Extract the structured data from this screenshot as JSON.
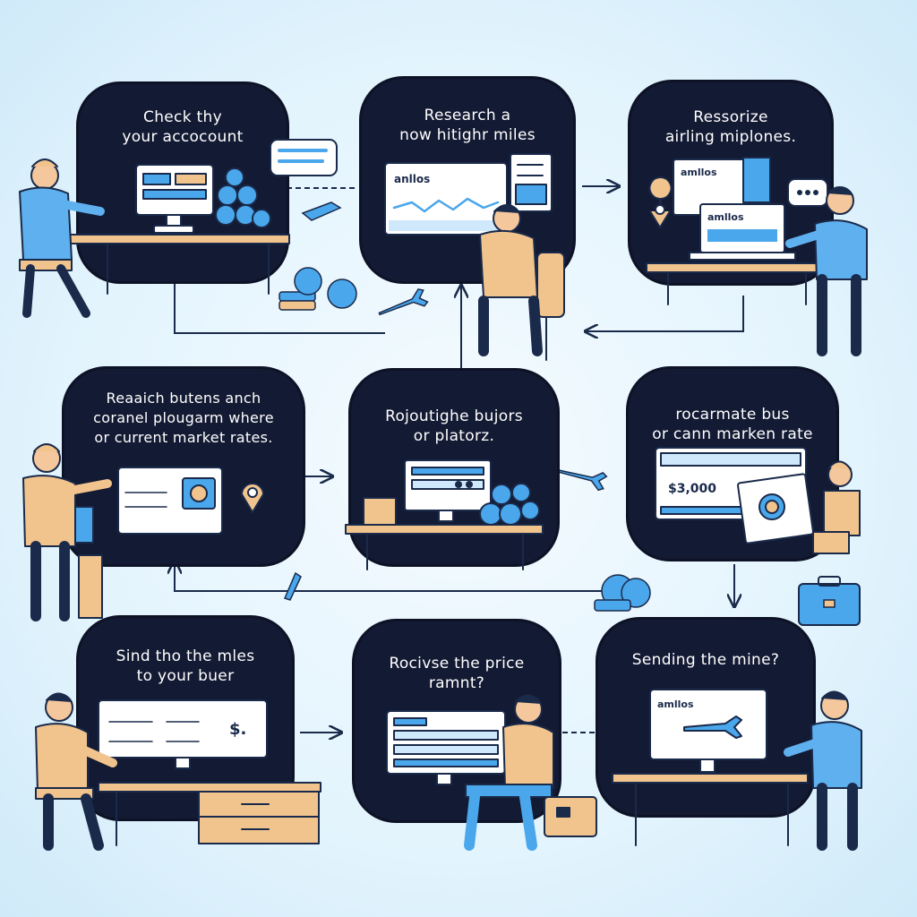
{
  "steps": [
    {
      "id": "s1",
      "title": "Check thy\nyour accocount"
    },
    {
      "id": "s2",
      "title": "Research a\nnow hitighr miles"
    },
    {
      "id": "s3",
      "title": "Ressorize\nairling miplones."
    },
    {
      "id": "s4",
      "title": "Reaaich butens anch\ncoranel plougarm where\nor current market rates."
    },
    {
      "id": "s5",
      "title": "Rojoutighe bujors\nor platorz."
    },
    {
      "id": "s6",
      "title": "rocarmate bus\nor cann marken rate"
    },
    {
      "id": "s7",
      "title": "Sind tho the mles\nto your buer"
    },
    {
      "id": "s8",
      "title": "Rocivse the price\nramnt?"
    },
    {
      "id": "s9",
      "title": "Sending the mine?"
    }
  ],
  "screens": {
    "s2_brand": "anllos",
    "s3_brand_back": "amllos",
    "s3_brand_laptop": "amllos",
    "s6_amount": "$3,000",
    "s7_currency": "$.",
    "s9_brand": "amllos"
  },
  "colors": {
    "panel": "#131a33",
    "accent_blue": "#4aa7ec",
    "wood": "#f2c48d",
    "skin": "#f4c79d",
    "shirt_blue": "#5fb0ef",
    "shirt_tan": "#f2c48d",
    "outline": "#1a2a4a"
  },
  "icons": [
    "monitor-icon",
    "coin-stack-icon",
    "airplane-icon",
    "map-pin-icon",
    "speech-bubble-icon",
    "dollar-coin-icon",
    "suitcase-icon",
    "laptop-icon",
    "arrow-icon"
  ]
}
